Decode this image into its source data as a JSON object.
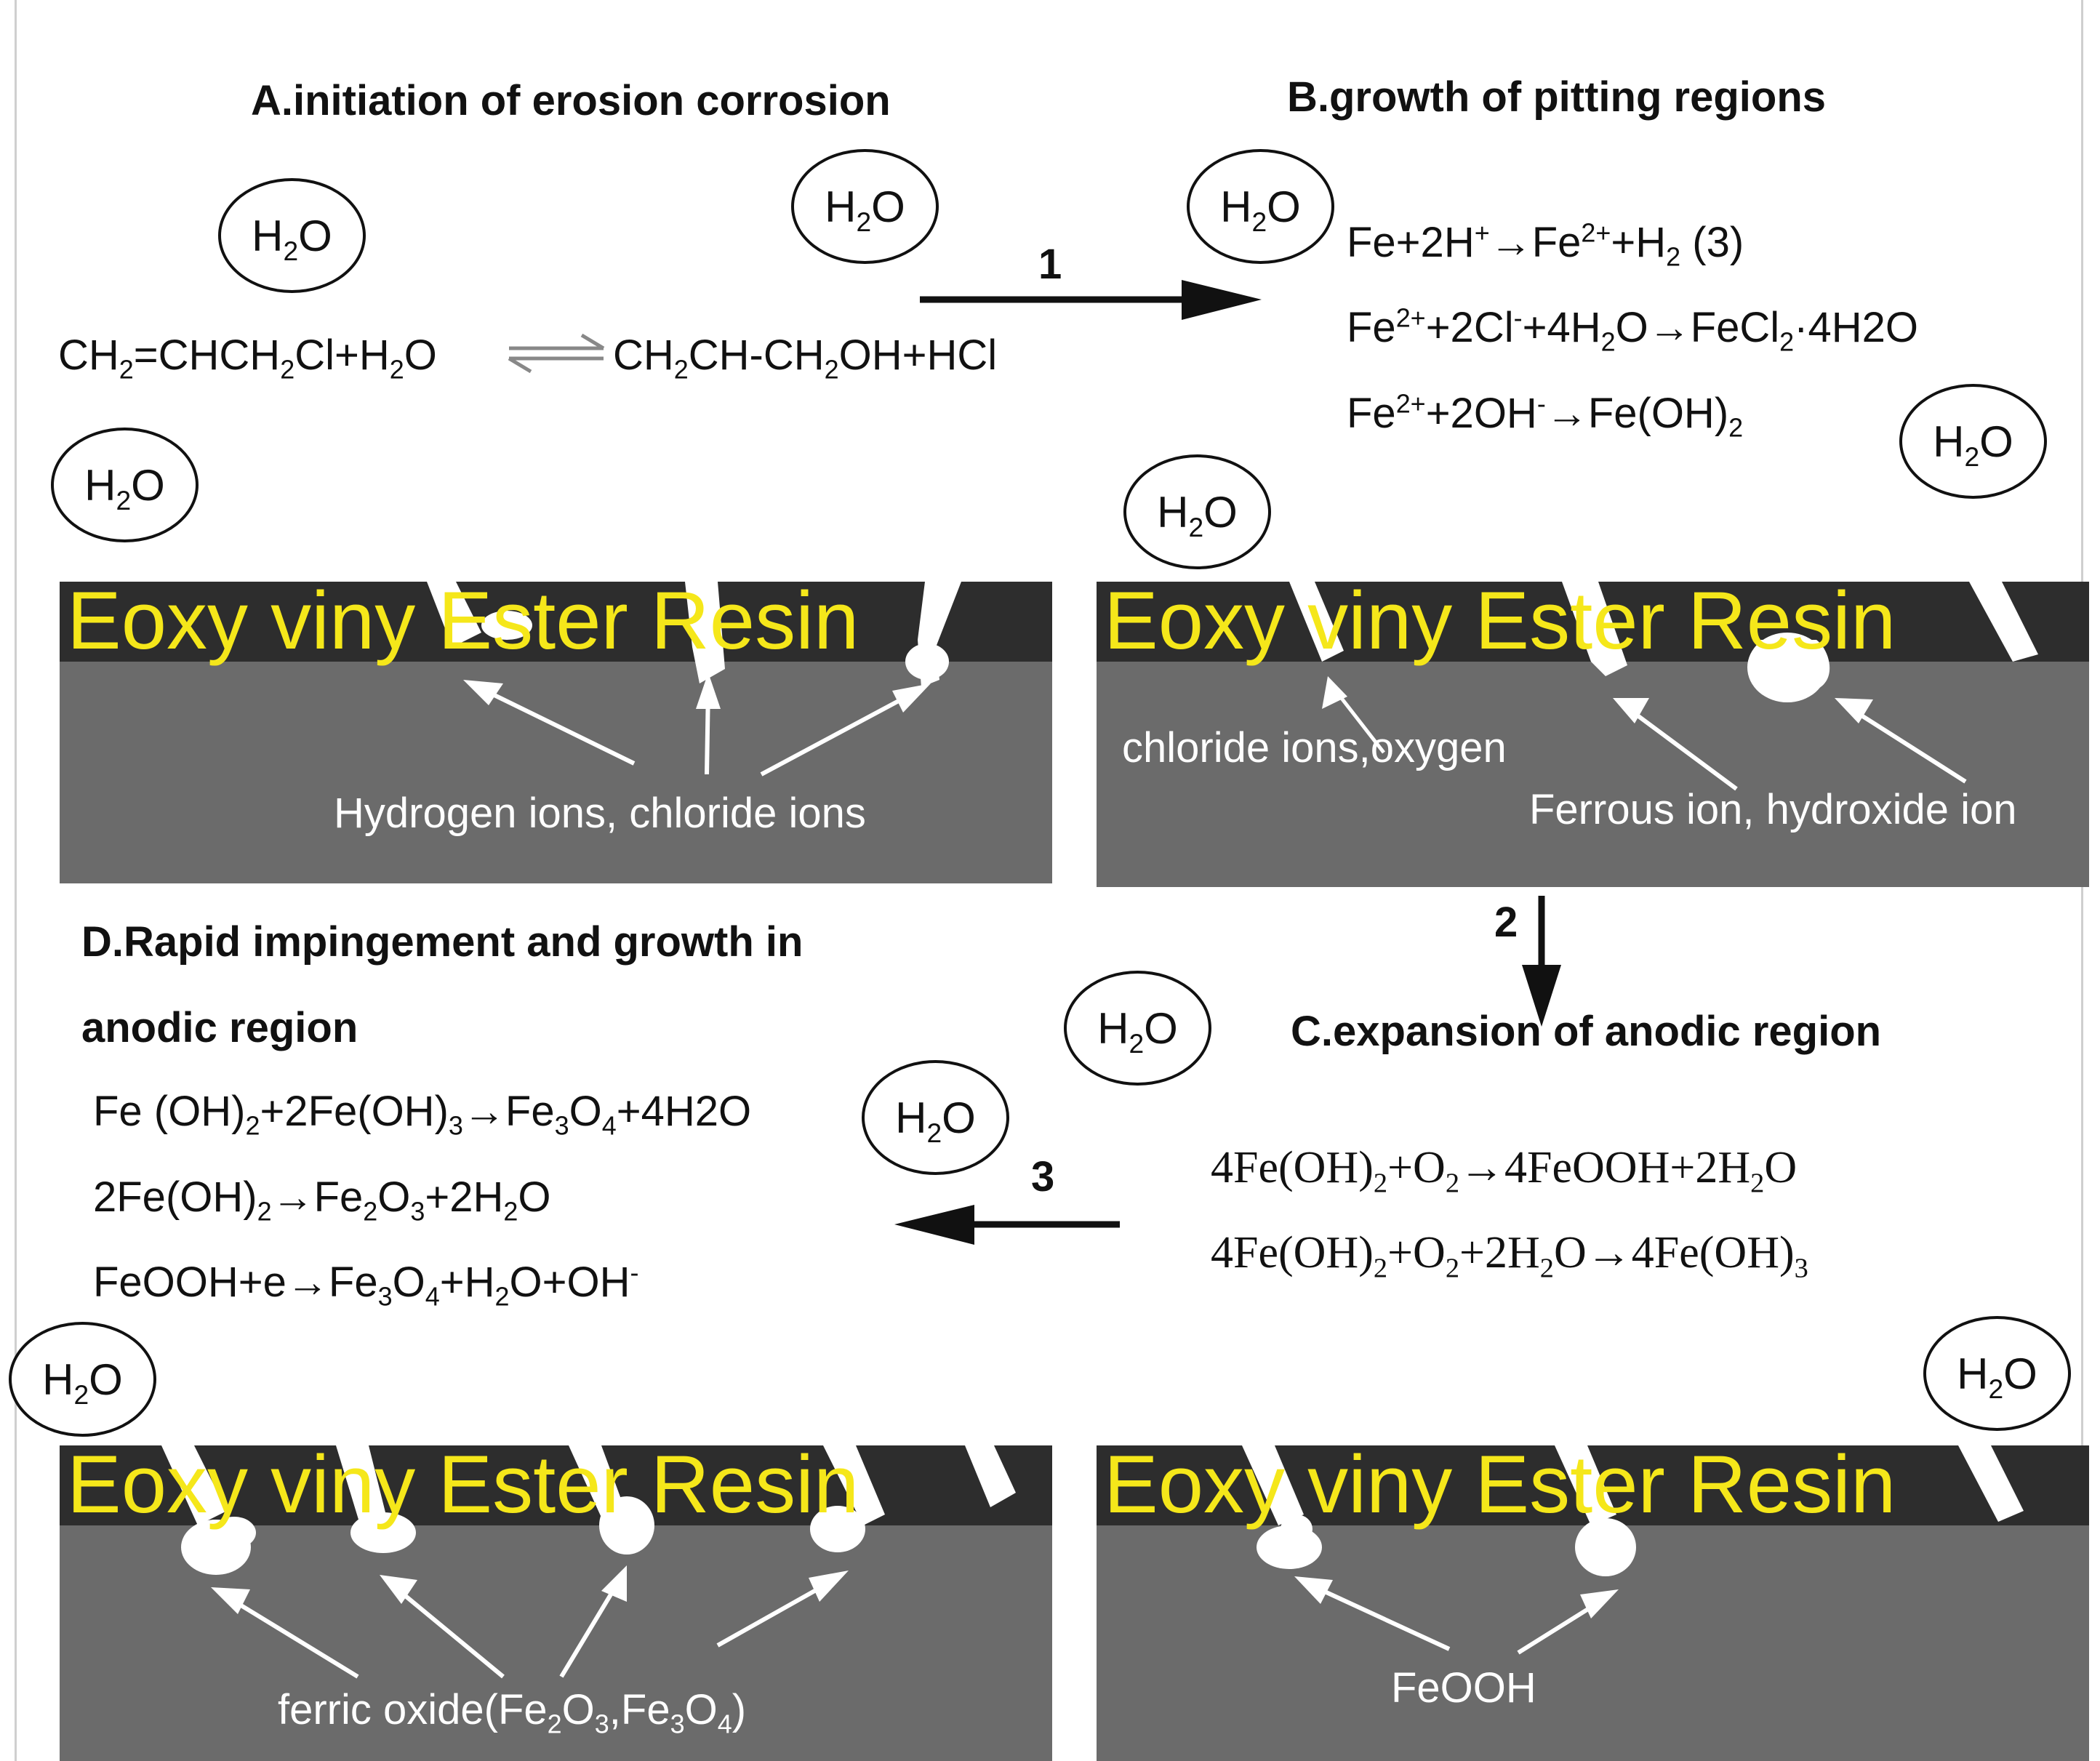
{
  "titles": {
    "a": "A.initiation of erosion corrosion",
    "b": "B.growth of pitting regions",
    "c": "C.expansion of anodic region",
    "d_line1": "D.Rapid impingement and growth in",
    "d_line2": "anodic region"
  },
  "resin_label": "Eoxy viny Ester Resin",
  "water_label": "H2O",
  "arrows": {
    "one": "1",
    "two": "2",
    "three": "3"
  },
  "equations": {
    "a": {
      "lhs": "CH2=CHCH2Cl+H2O",
      "rhs": "CH2CH-CH2OH+HCl"
    },
    "b": [
      "Fe+2H+→Fe2++H2 (3)",
      "Fe2++2Cl-+4H2O→FeCl2·4H2O",
      "Fe2++2OH-→Fe(OH)2"
    ],
    "c": [
      "4Fe(OH)2+O2→4FeOOH+2H2O",
      "4Fe(OH)2+O2+2H2O→4Fe(OH)3"
    ],
    "d": [
      "Fe (OH)2+2Fe(OH)3→Fe3O4+4H2O",
      "2Fe(OH)2→Fe2O3+2H2O",
      "FeOOH+e→Fe3O4+H2O+OH-"
    ]
  },
  "panel_labels": {
    "a": "Hydrogen ions, chloride ions",
    "b_1": "chloride ions,oxygen",
    "b_2": "Ferrous ion, hydroxide ion",
    "c": "FeOOH",
    "d": "ferric oxide(Fe2O3,Fe3O4)"
  },
  "colors": {
    "resin_text": "#f5e71a",
    "coating_band": "#2d2d2d",
    "substrate": "#6b6b6b",
    "pit": "#ffffff"
  }
}
